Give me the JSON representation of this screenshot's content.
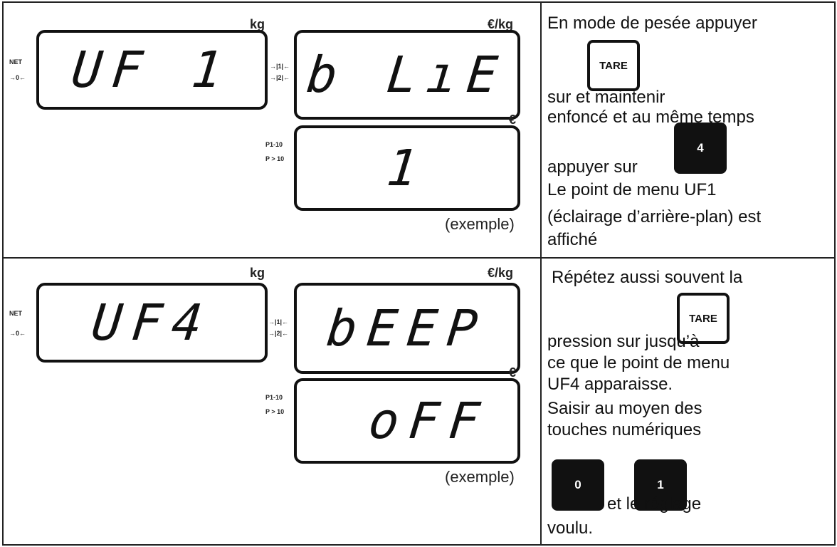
{
  "rows": [
    {
      "display": {
        "unit_kg": "kg",
        "unit_eur_kg": "€/kg",
        "unit_eur": "€",
        "weight": "UF 1",
        "price": "b LıE",
        "total": "1",
        "side_net": "NET",
        "side_zero": "→0←",
        "side_i1": "→|1|←",
        "side_i2": "→|2|←",
        "side_p110": "P1-10",
        "side_p10": "P > 10",
        "exemple": "(exemple)"
      },
      "instruction": {
        "line1": "En mode de pesée appuyer",
        "line2": "sur        et maintenir",
        "line3": "enfoncé et au même temps",
        "line4": "appuyer sur",
        "line5": "Le point de menu UF1",
        "line6": "(éclairage d’arrière-plan) est",
        "line7": "affiché"
      },
      "keys": {
        "tare": "TARE",
        "four": "4"
      }
    },
    {
      "display": {
        "unit_kg": "kg",
        "unit_eur_kg": "€/kg",
        "unit_eur": "€",
        "weight": "UF4",
        "price": "bEEP",
        "total": "oFF",
        "side_net": "NET",
        "side_zero": "→0←",
        "side_i1": "→|1|←",
        "side_i2": "→|2|←",
        "side_p110": "P1-10",
        "side_p10": "P > 10",
        "exemple": "(exemple)"
      },
      "instruction": {
        "line1": "Répétez aussi souvent la",
        "line2": "pression sur        jusqu’à",
        "line3": "ce que le point de menu",
        "line4": "UF4 apparaisse.",
        "line5": "Saisir au moyen des",
        "line6": "touches numériques",
        "line7": "et        le réglage",
        "line8": "voulu."
      },
      "keys": {
        "tare": "TARE",
        "zero": "0",
        "one": "1"
      }
    }
  ]
}
